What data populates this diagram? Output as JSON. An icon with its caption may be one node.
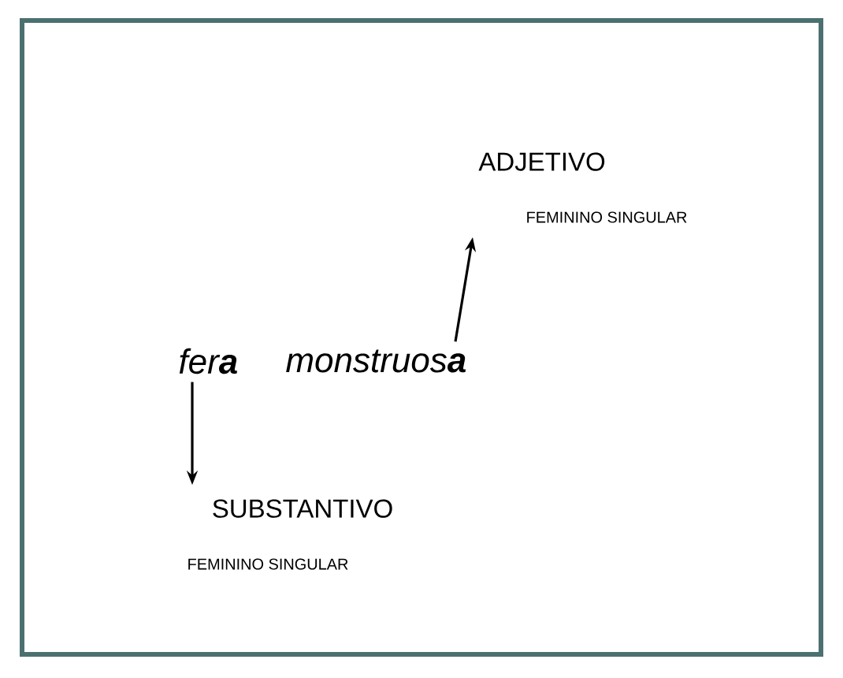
{
  "diagram": {
    "nodes": [
      {
        "text": [
          "ADJETIVO",
          "FEMININO SINGULAR"
        ]
      },
      {
        "text": [
          "fer**a**"
        ]
      },
      {
        "text": [
          "monstruos**a**"
        ]
      },
      {
        "text": [
          "SUBSTANTIVO",
          "FEMININO SINGULAR"
        ]
      }
    ],
    "edges": [
      {
        "from": 2,
        "to": 0,
        "arrow": "to"
      },
      {
        "from": 1,
        "to": 3,
        "arrow": "to"
      }
    ]
  }
}
